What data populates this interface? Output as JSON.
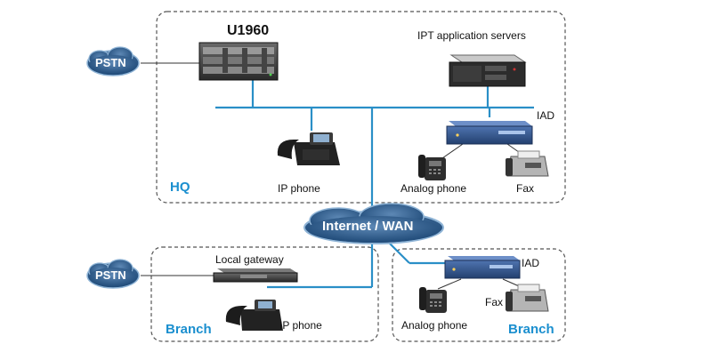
{
  "hq": {
    "zone_label": "HQ",
    "u1960_label": "U1960",
    "ipt_servers_label": "IPT application servers",
    "iad_label": "IAD",
    "ip_phone_label": "IP phone",
    "analog_phone_label": "Analog phone",
    "fax_label": "Fax",
    "pstn_label": "PSTN"
  },
  "wan": {
    "label": "Internet / WAN"
  },
  "branch_left": {
    "zone_label": "Branch",
    "gateway_label": "Local gateway",
    "ip_phone_label": "IP phone",
    "pstn_label": "PSTN"
  },
  "branch_right": {
    "zone_label": "Branch",
    "iad_label": "IAD",
    "analog_phone_label": "Analog phone",
    "fax_label": "Fax"
  },
  "colors": {
    "link_blue": "#2a8fc7",
    "zone_label_blue": "#1b8fcf",
    "cloud_fill": "#2f5f8f",
    "cloud_stroke": "#8fb4d6",
    "device_dark": "#2b2b2b",
    "iad_blue": "#2e4f8a",
    "border_dash": "#555555"
  },
  "icons": [
    "cloud-icon",
    "switch-chassis-icon",
    "rack-server-icon",
    "ip-phone-icon",
    "analog-phone-icon",
    "fax-icon",
    "iad-icon",
    "gateway-icon"
  ]
}
